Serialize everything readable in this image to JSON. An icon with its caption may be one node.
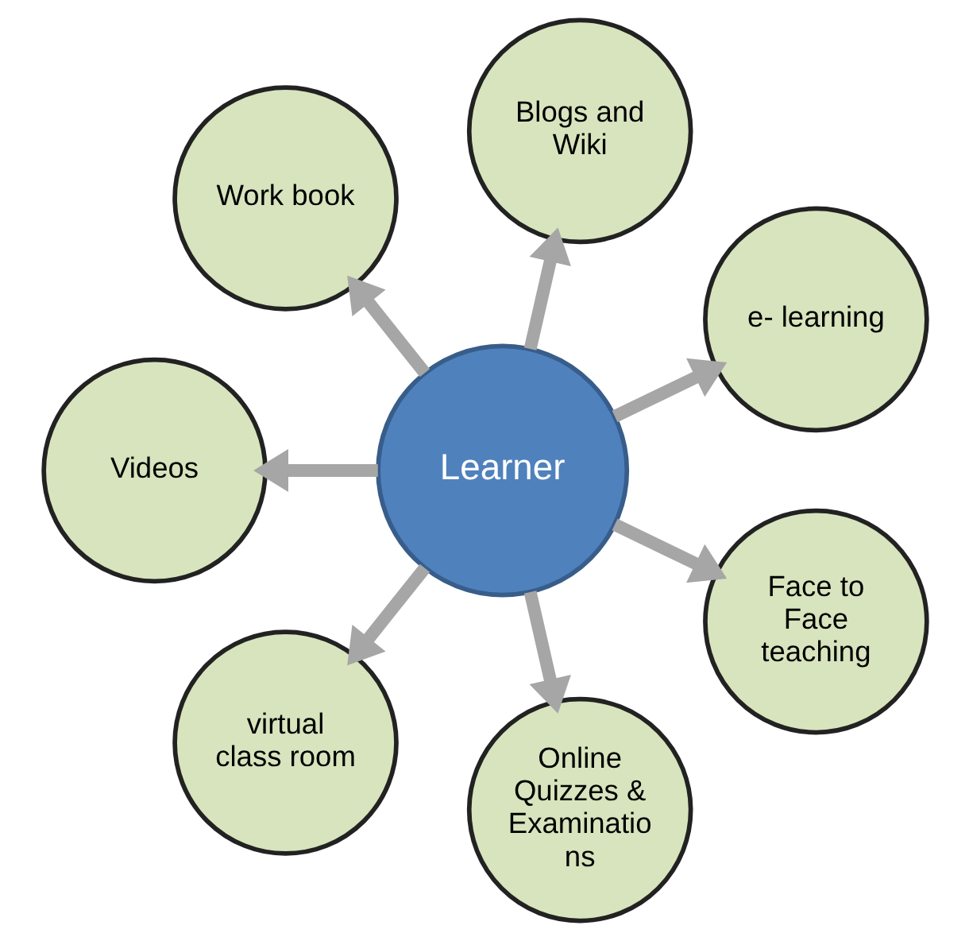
{
  "diagram": {
    "nodes": [
      {
        "text": [
          "e- learning"
        ]
      },
      {
        "text": [
          "Blogs and Wiki"
        ]
      },
      {
        "text": [
          "Work book"
        ]
      },
      {
        "text": [
          "Learner"
        ]
      },
      {
        "text": [
          "Videos"
        ]
      },
      {
        "text": [
          "virtual class room"
        ]
      },
      {
        "text": [
          "Online Quizzes & Examinatio ns"
        ]
      },
      {
        "text": [
          "Face to Face teaching"
        ]
      }
    ],
    "edges": [
      {
        "from": 3,
        "to": 0,
        "arrow": "to"
      },
      {
        "from": 3,
        "to": 2,
        "arrow": "to"
      },
      {
        "from": 3,
        "to": 5,
        "arrow": "to"
      },
      {
        "from": 3,
        "to": 7,
        "arrow": "to"
      },
      {
        "from": 3,
        "to": 6,
        "arrow": "to"
      },
      {
        "from": 3,
        "to": 4,
        "arrow": "to"
      },
      {
        "from": 3,
        "to": 1,
        "arrow": "to"
      }
    ]
  }
}
